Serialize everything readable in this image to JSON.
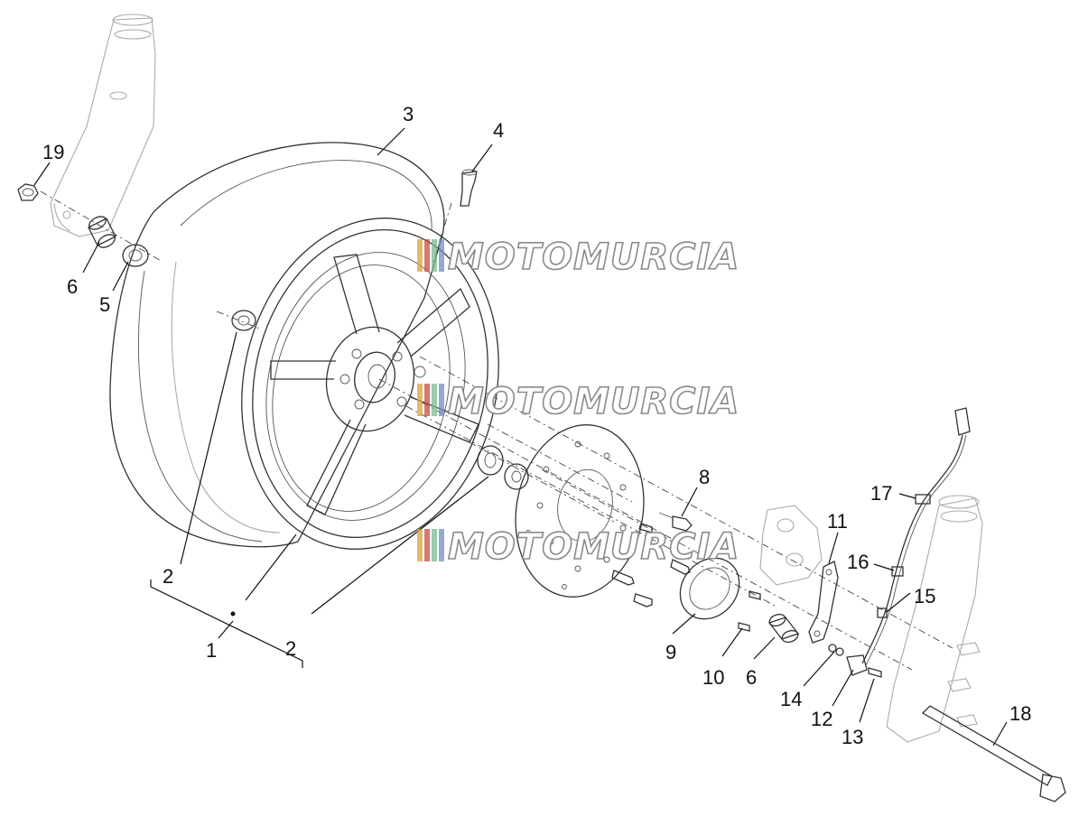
{
  "watermark": {
    "text": "MOTOMURCIA",
    "stripe_colors": [
      "#d8a13a",
      "#c9484a",
      "#7bb88f",
      "#6f8fc4"
    ]
  },
  "callouts": [
    {
      "id": "c19",
      "text": "19"
    },
    {
      "id": "c6a",
      "text": "6"
    },
    {
      "id": "c5",
      "text": "5"
    },
    {
      "id": "c3",
      "text": "3"
    },
    {
      "id": "c4",
      "text": "4"
    },
    {
      "id": "c2a",
      "text": "2"
    },
    {
      "id": "c1",
      "text": "1"
    },
    {
      "id": "c2b",
      "text": "2"
    },
    {
      "id": "c8",
      "text": "8"
    },
    {
      "id": "c9",
      "text": "9"
    },
    {
      "id": "c10",
      "text": "10"
    },
    {
      "id": "c6b",
      "text": "6"
    },
    {
      "id": "c11",
      "text": "11"
    },
    {
      "id": "c17",
      "text": "17"
    },
    {
      "id": "c16",
      "text": "16"
    },
    {
      "id": "c15",
      "text": "15"
    },
    {
      "id": "c14",
      "text": "14"
    },
    {
      "id": "c12",
      "text": "12"
    },
    {
      "id": "c13",
      "text": "13"
    },
    {
      "id": "c18",
      "text": "18"
    }
  ]
}
